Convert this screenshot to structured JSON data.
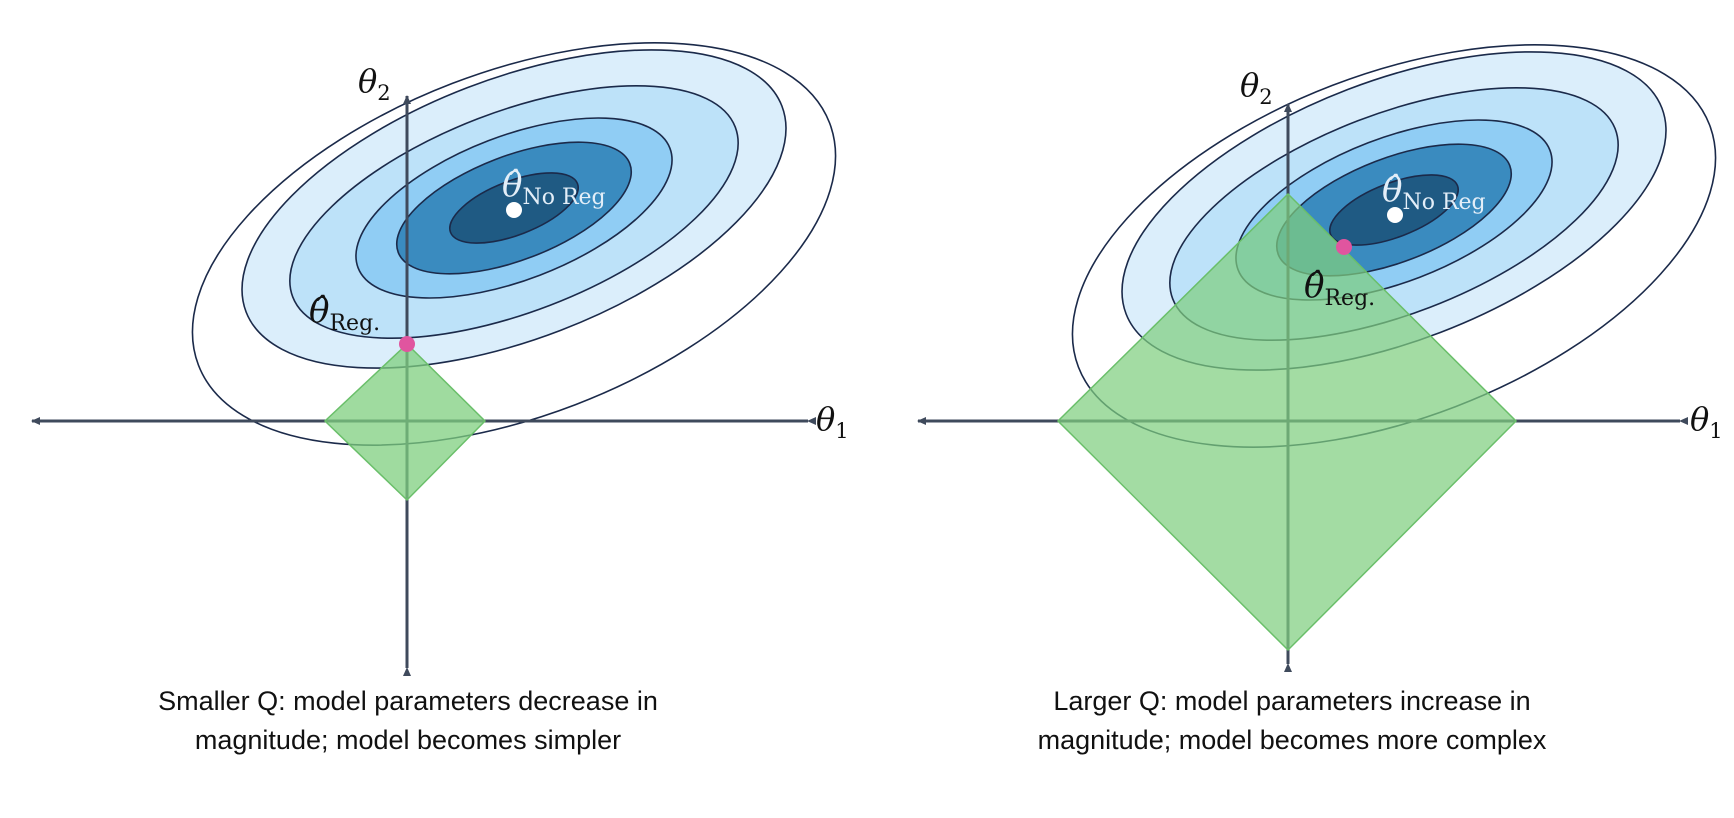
{
  "panels": [
    {
      "theta1_label": "θ",
      "theta1_sub": "1",
      "theta2_label": "θ",
      "theta2_sub": "2",
      "noreg_label": "θ̂",
      "noreg_sub": "No Reg",
      "reg_label": "θ̂",
      "reg_sub": "Reg.",
      "caption_line1": "Smaller Q: model parameters decrease in",
      "caption_line2": "magnitude; model becomes simpler"
    },
    {
      "theta1_label": "θ",
      "theta1_sub": "1",
      "theta2_label": "θ",
      "theta2_sub": "2",
      "noreg_label": "θ̂",
      "noreg_sub": "No Reg",
      "reg_label": "θ̂",
      "reg_sub": "Reg.",
      "caption_line1": "Larger Q: model parameters increase in",
      "caption_line2": "magnitude; model becomes more complex"
    }
  ],
  "colors": {
    "axis": "#3f4a5c",
    "contour_line": "#1b2a4a",
    "contour_fills": [
      "#ffffff",
      "#dbeefb",
      "#bde2f9",
      "#90cdf4",
      "#3a8bbf",
      "#1f5a83"
    ],
    "diamond_fill": "#7fcf7f",
    "diamond_stroke": "#6abf6a",
    "optimum_dot": "#ffffff",
    "regularized_dot": "#e0559f",
    "text": "#111111",
    "light_label": "#e3eef8"
  }
}
